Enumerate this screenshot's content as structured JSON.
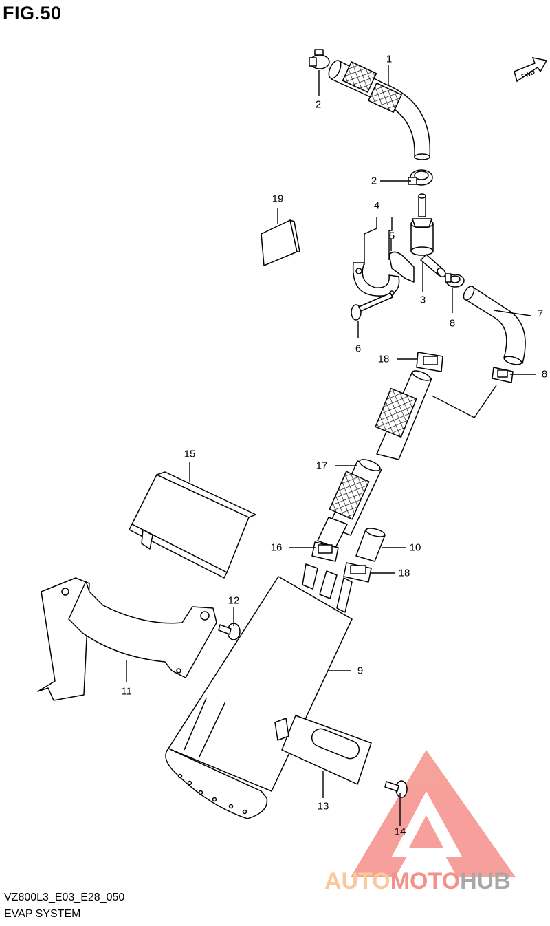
{
  "figure": {
    "title": "FIG.50"
  },
  "footer": {
    "code": "VZ800L3_E03_E28_050",
    "name": "EVAP SYSTEM"
  },
  "fwd_label": "FWD",
  "parts": [
    {
      "id": "p1",
      "label": "1"
    },
    {
      "id": "p2a",
      "label": "2"
    },
    {
      "id": "p2b",
      "label": "2"
    },
    {
      "id": "p3",
      "label": "3"
    },
    {
      "id": "p4",
      "label": "4"
    },
    {
      "id": "p5",
      "label": "5"
    },
    {
      "id": "p6",
      "label": "6"
    },
    {
      "id": "p7",
      "label": "7"
    },
    {
      "id": "p8a",
      "label": "8"
    },
    {
      "id": "p8b",
      "label": "8"
    },
    {
      "id": "p9",
      "label": "9"
    },
    {
      "id": "p10",
      "label": "10"
    },
    {
      "id": "p11",
      "label": "11"
    },
    {
      "id": "p12",
      "label": "12"
    },
    {
      "id": "p13",
      "label": "13"
    },
    {
      "id": "p14",
      "label": "14"
    },
    {
      "id": "p15",
      "label": "15"
    },
    {
      "id": "p16",
      "label": "16"
    },
    {
      "id": "p17",
      "label": "17"
    },
    {
      "id": "p18a",
      "label": "18"
    },
    {
      "id": "p18b",
      "label": "18"
    },
    {
      "id": "p19",
      "label": "19"
    }
  ],
  "watermark": {
    "part1": "AUTO",
    "part2": "MOTO",
    "part3": "HUB",
    "colors": {
      "auto": "#fbc89a",
      "moto": "#f6908a",
      "hub": "#a8a8a8",
      "triangle": "#f6908a"
    }
  }
}
